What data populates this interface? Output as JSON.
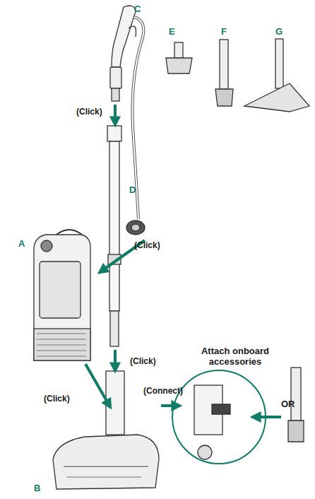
{
  "diagram": {
    "labels": [
      "C",
      "E",
      "F",
      "G",
      "(Click)",
      "D",
      "A",
      "(Click)",
      "(Click)",
      "Attach onboard accessories",
      "(Click)",
      "(Connect)",
      "OR",
      "B"
    ]
  }
}
